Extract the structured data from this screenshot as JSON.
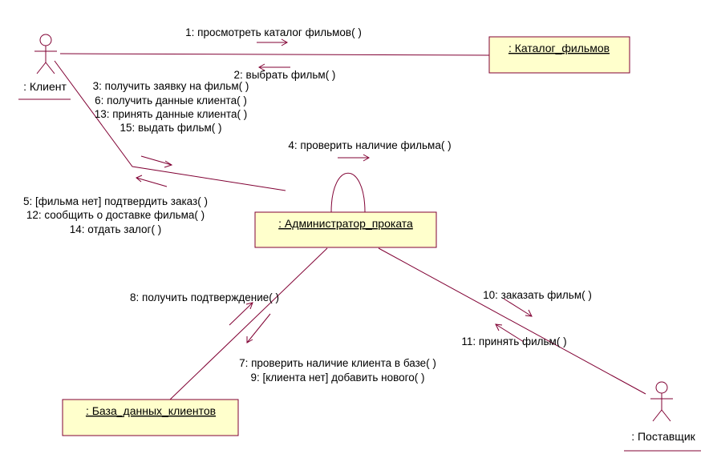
{
  "colors": {
    "line": "#800033",
    "box_fill": "#ffffcc",
    "text": "#000000"
  },
  "actors": {
    "client": ": Клиент",
    "supplier": ": Поставщик"
  },
  "objects": {
    "catalog": ": Каталог_фильмов",
    "admin": ": Администратор_проката",
    "database": ": База_данных_клиентов"
  },
  "messages": {
    "m1": "1: просмотреть каталог фильмов( )",
    "m2": "2: выбрать фильм( )",
    "m3": "3: получить заявку на фильм( )",
    "m6": "6: получить данные клиента( )",
    "m13": "13: принять данные клиента( )",
    "m15": "15: выдать фильм( )",
    "m4": "4: проверить наличие фильма( )",
    "m5": "5: [фильма нет] подтвердить заказ( )",
    "m12": "12: сообщить о доставке фильма( )",
    "m14": "14: отдать залог( )",
    "m8": "8: получить подтверждение( )",
    "m7": "7: проверить наличие клиента в базе( )",
    "m9": "9: [клиента нет] добавить нового( )",
    "m10": "10: заказать фильм( )",
    "m11": "11: принять фильм( )"
  }
}
